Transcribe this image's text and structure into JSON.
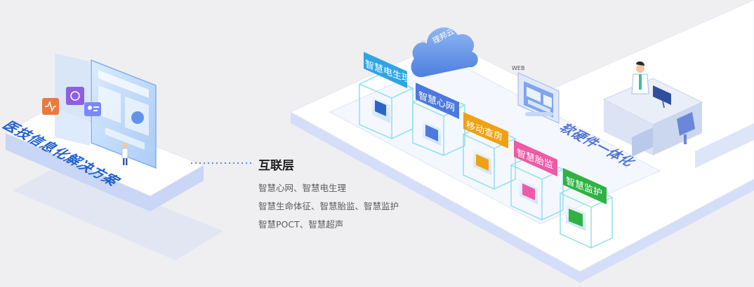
{
  "platform": {
    "title": "医技信息化解决方案"
  },
  "layer": {
    "title": "互联层",
    "lines": [
      "智慧心网、智慧电生理",
      "智慧生命体征、智慧胎监、智慧监护",
      "智慧POCT、智慧超声"
    ]
  },
  "cloud": {
    "label": "理邦云"
  },
  "web": {
    "label": "WEB"
  },
  "integration": {
    "label": "软硬件一体化"
  },
  "cubes": [
    {
      "label": "智慧电生理",
      "color": "#2ea6e6",
      "icon": "heart-monitor-icon"
    },
    {
      "label": "智慧心网",
      "color": "#4c79e0",
      "icon": "heart-pulse-icon"
    },
    {
      "label": "移动查房",
      "color": "#f0a113",
      "icon": "clipboard-icon"
    },
    {
      "label": "智慧胎监",
      "color": "#ee5aa6",
      "icon": "fetal-icon"
    },
    {
      "label": "智慧监护",
      "color": "#2fb243",
      "icon": "monitor-icon"
    }
  ],
  "colors": {
    "background": "#efeff1",
    "platform_top": "#ffffff",
    "platform_side": "#dfe6fb",
    "accent_blue": "#1f5fd1",
    "connector": "#5a86d6"
  }
}
